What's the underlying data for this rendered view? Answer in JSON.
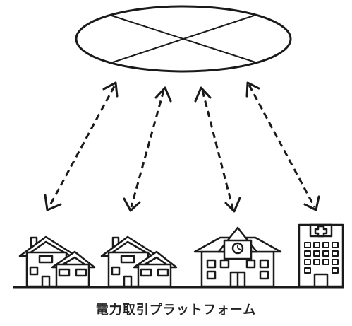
{
  "caption": "電力取引プラットフォーム",
  "colors": {
    "ink": "#1a1a1a",
    "background": "#ffffff"
  },
  "nodes": [
    {
      "kind": "house",
      "icon": "house-icon"
    },
    {
      "kind": "house",
      "icon": "house-icon"
    },
    {
      "kind": "school",
      "icon": "school-icon"
    },
    {
      "kind": "hospital",
      "icon": "hospital-icon"
    }
  ]
}
